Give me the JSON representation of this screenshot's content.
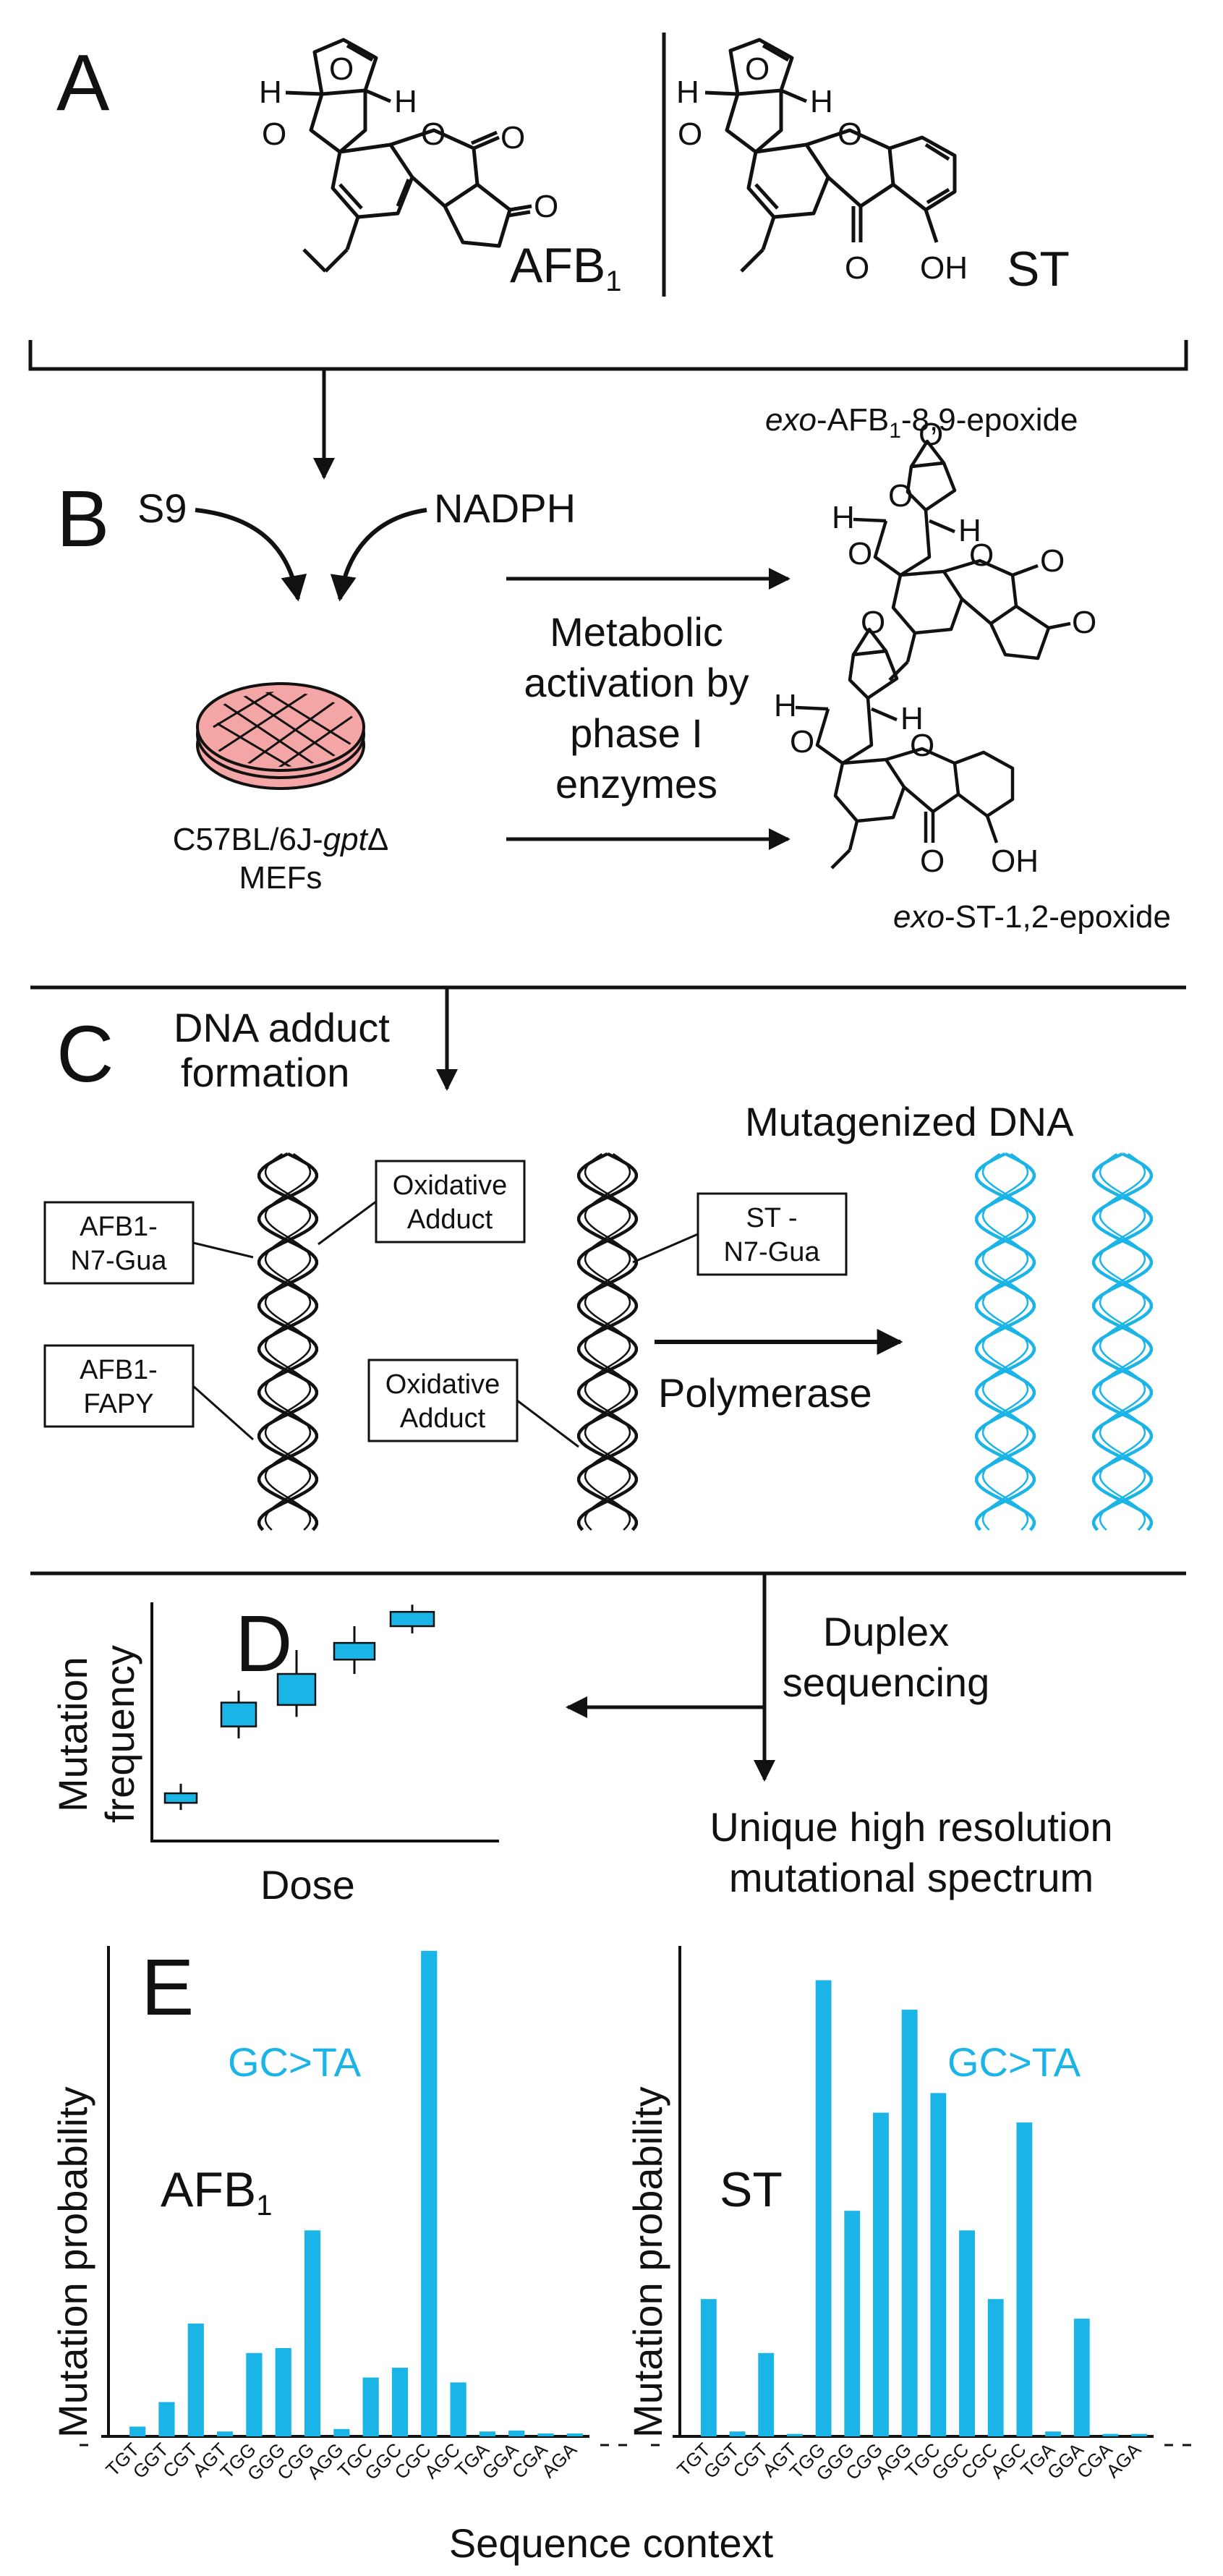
{
  "panel_a": {
    "letter": "A",
    "compound1": "AFB",
    "compound1_sub": "1",
    "compound2": "ST"
  },
  "panel_b": {
    "letter": "B",
    "cofactor1": "S9",
    "cofactor2": "NADPH",
    "cells_line1_prefix": "C57BL/6J-",
    "cells_line1_italic": "gpt",
    "cells_line1_suffix": "Δ",
    "cells_line2": "MEFs",
    "activation_lines": [
      "Metabolic",
      "activation by",
      "phase I",
      "enzymes"
    ],
    "epoxide1_italic": "exo",
    "epoxide1_prefix": "-AFB",
    "epoxide1_sub": "1",
    "epoxide1_suffix": "-8,9-epoxide",
    "epoxide2_italic": "exo",
    "epoxide2_rest": "-ST-1,2-epoxide"
  },
  "panel_c": {
    "letter": "C",
    "title_lines": [
      "DNA adduct",
      "formation"
    ],
    "mutagenized": "Mutagenized DNA",
    "polymerase": "Polymerase",
    "adducts": [
      {
        "id": "afb1-n7-gua",
        "lines": [
          "AFB1-",
          "N7-Gua"
        ]
      },
      {
        "id": "afb1-fapy",
        "lines": [
          "AFB1-",
          "FAPY"
        ]
      },
      {
        "id": "oxidative-1",
        "lines": [
          "Oxidative",
          "Adduct"
        ]
      },
      {
        "id": "oxidative-2",
        "lines": [
          "Oxidative",
          "Adduct"
        ]
      },
      {
        "id": "st-n7-gua",
        "lines": [
          "ST -",
          "N7-Gua"
        ]
      }
    ]
  },
  "panel_d": {
    "letter": "D",
    "ylabel_lines": [
      "Mutation",
      "frequency"
    ],
    "xlabel": "Dose",
    "duplex_lines": [
      "Duplex",
      "sequencing"
    ],
    "spectrum_lines": [
      "Unique high resolution",
      "mutational spectrum"
    ]
  },
  "panel_e": {
    "letter": "E",
    "ylabel": "Mutation probability",
    "xlabel": "Sequence context",
    "gc_label": "GC>TA"
  },
  "colors": {
    "accent": "#1ab4e6",
    "dish": "#f4a5a5",
    "ink": "#111111"
  },
  "chart_data": [
    {
      "type": "bar",
      "name": "AFB1",
      "label": "AFB",
      "label_sub": "1",
      "categories": [
        "TGT",
        "GGT",
        "CGT",
        "AGT",
        "TGG",
        "GGG",
        "CGG",
        "AGG",
        "TGC",
        "GGC",
        "CGC",
        "AGC",
        "TGA",
        "GGA",
        "CGA",
        "AGA"
      ],
      "values": [
        0.02,
        0.07,
        0.23,
        0.01,
        0.17,
        0.18,
        0.42,
        0.015,
        0.12,
        0.14,
        0.99,
        0.11,
        0.01,
        0.012,
        0.006,
        0.006
      ],
      "ylim": [
        0,
        1
      ]
    },
    {
      "type": "bar",
      "name": "ST",
      "label": "ST",
      "categories": [
        "TGT",
        "GGT",
        "CGT",
        "AGT",
        "TGG",
        "GGG",
        "CGG",
        "AGG",
        "TGC",
        "GGC",
        "CGC",
        "AGC",
        "TGA",
        "GGA",
        "CGA",
        "AGA"
      ],
      "values": [
        0.28,
        0.01,
        0.17,
        0.005,
        0.93,
        0.46,
        0.66,
        0.87,
        0.7,
        0.42,
        0.28,
        0.64,
        0.01,
        0.24,
        0.005,
        0.005
      ],
      "ylim": [
        0,
        1
      ]
    },
    {
      "type": "scatter",
      "name": "dose-response",
      "points": [
        {
          "x": 1,
          "low": 0.13,
          "high": 0.24,
          "q1": 0.16,
          "q3": 0.2
        },
        {
          "x": 2,
          "low": 0.43,
          "high": 0.63,
          "q1": 0.48,
          "q3": 0.58
        },
        {
          "x": 3,
          "low": 0.52,
          "high": 0.8,
          "q1": 0.57,
          "q3": 0.7
        },
        {
          "x": 4,
          "low": 0.7,
          "high": 0.9,
          "q1": 0.76,
          "q3": 0.83
        },
        {
          "x": 5,
          "low": 0.87,
          "high": 0.99,
          "q1": 0.9,
          "q3": 0.96
        }
      ],
      "xlim": [
        0,
        6
      ],
      "ylim": [
        0,
        1
      ]
    }
  ]
}
